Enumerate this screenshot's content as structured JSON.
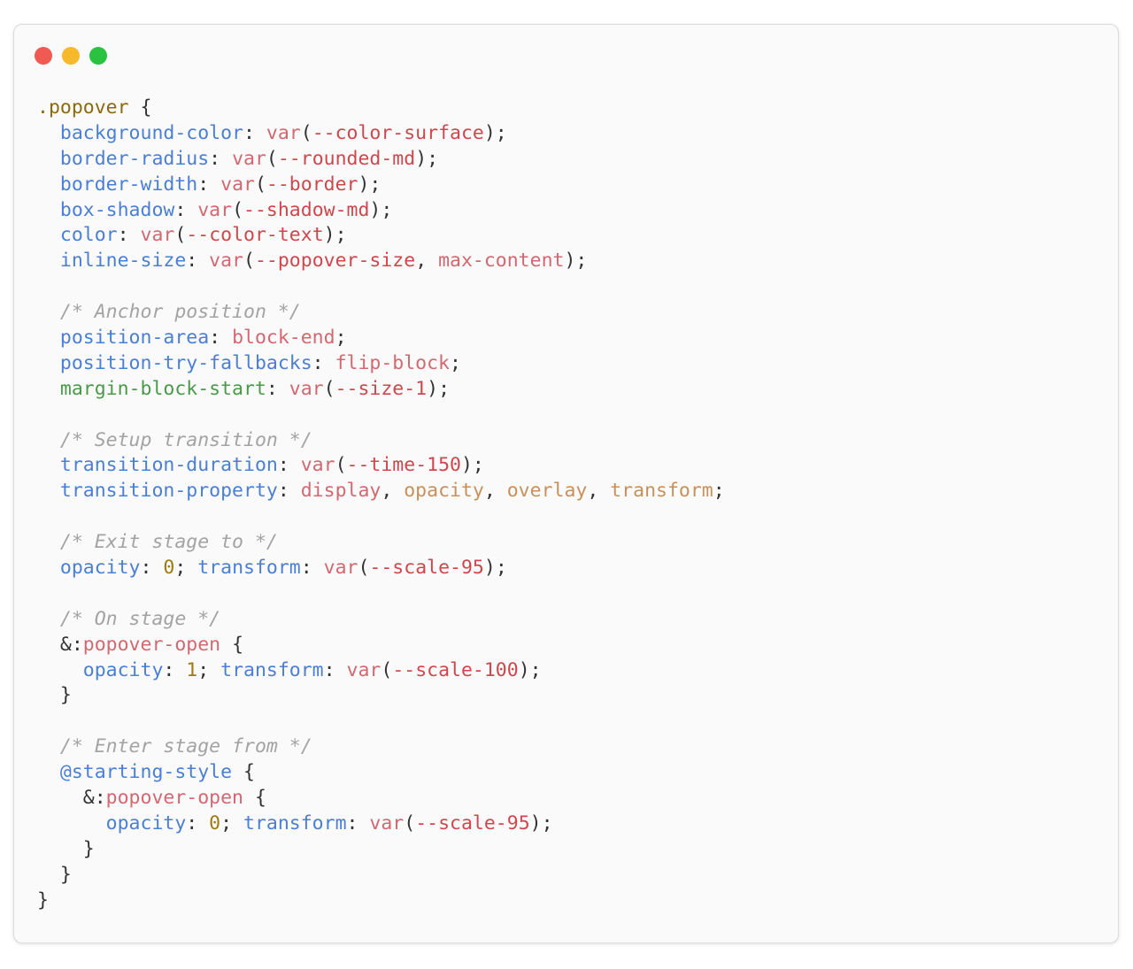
{
  "window": {
    "controls": [
      {
        "name": "close",
        "color": "#f05a52"
      },
      {
        "name": "minimize",
        "color": "#f6b92b"
      },
      {
        "name": "maximize",
        "color": "#2ac240"
      }
    ]
  },
  "code": {
    "lines": [
      [
        [
          "sel",
          ".popover"
        ],
        [
          "x",
          " {"
        ]
      ],
      [
        [
          "x",
          "  "
        ],
        [
          "p",
          "background-color"
        ],
        [
          "x",
          ": "
        ],
        [
          "v",
          "var"
        ],
        [
          "x",
          "("
        ],
        [
          "n",
          "--color-surface"
        ],
        [
          "x",
          ");"
        ]
      ],
      [
        [
          "x",
          "  "
        ],
        [
          "p",
          "border-radius"
        ],
        [
          "x",
          ": "
        ],
        [
          "v",
          "var"
        ],
        [
          "x",
          "("
        ],
        [
          "n",
          "--rounded-md"
        ],
        [
          "x",
          ");"
        ]
      ],
      [
        [
          "x",
          "  "
        ],
        [
          "p",
          "border-width"
        ],
        [
          "x",
          ": "
        ],
        [
          "v",
          "var"
        ],
        [
          "x",
          "("
        ],
        [
          "n",
          "--border"
        ],
        [
          "x",
          ");"
        ]
      ],
      [
        [
          "x",
          "  "
        ],
        [
          "p",
          "box-shadow"
        ],
        [
          "x",
          ": "
        ],
        [
          "v",
          "var"
        ],
        [
          "x",
          "("
        ],
        [
          "n",
          "--shadow-md"
        ],
        [
          "x",
          ");"
        ]
      ],
      [
        [
          "x",
          "  "
        ],
        [
          "p",
          "color"
        ],
        [
          "x",
          ": "
        ],
        [
          "v",
          "var"
        ],
        [
          "x",
          "("
        ],
        [
          "n",
          "--color-text"
        ],
        [
          "x",
          ");"
        ]
      ],
      [
        [
          "x",
          "  "
        ],
        [
          "p",
          "inline-size"
        ],
        [
          "x",
          ": "
        ],
        [
          "v",
          "var"
        ],
        [
          "x",
          "("
        ],
        [
          "n",
          "--popover-size"
        ],
        [
          "x",
          ", "
        ],
        [
          "k",
          "max-content"
        ],
        [
          "x",
          ");"
        ]
      ],
      [],
      [
        [
          "x",
          "  "
        ],
        [
          "c",
          "/* Anchor position */"
        ]
      ],
      [
        [
          "x",
          "  "
        ],
        [
          "p",
          "position-area"
        ],
        [
          "x",
          ": "
        ],
        [
          "k",
          "block-end"
        ],
        [
          "x",
          ";"
        ]
      ],
      [
        [
          "x",
          "  "
        ],
        [
          "p",
          "position-try-fallbacks"
        ],
        [
          "x",
          ": "
        ],
        [
          "k",
          "flip-block"
        ],
        [
          "x",
          ";"
        ]
      ],
      [
        [
          "x",
          "  "
        ],
        [
          "g",
          "margin-block-start"
        ],
        [
          "x",
          ": "
        ],
        [
          "v",
          "var"
        ],
        [
          "x",
          "("
        ],
        [
          "n",
          "--size-1"
        ],
        [
          "x",
          ");"
        ]
      ],
      [],
      [
        [
          "x",
          "  "
        ],
        [
          "c",
          "/* Setup transition */"
        ]
      ],
      [
        [
          "x",
          "  "
        ],
        [
          "p",
          "transition-duration"
        ],
        [
          "x",
          ": "
        ],
        [
          "v",
          "var"
        ],
        [
          "x",
          "("
        ],
        [
          "n",
          "--time-150"
        ],
        [
          "x",
          ");"
        ]
      ],
      [
        [
          "x",
          "  "
        ],
        [
          "p",
          "transition-property"
        ],
        [
          "x",
          ": "
        ],
        [
          "k",
          "display"
        ],
        [
          "x",
          ", "
        ],
        [
          "t",
          "opacity"
        ],
        [
          "x",
          ", "
        ],
        [
          "t",
          "overlay"
        ],
        [
          "x",
          ", "
        ],
        [
          "t",
          "transform"
        ],
        [
          "x",
          ";"
        ]
      ],
      [],
      [
        [
          "x",
          "  "
        ],
        [
          "c",
          "/* Exit stage to */"
        ]
      ],
      [
        [
          "x",
          "  "
        ],
        [
          "p",
          "opacity"
        ],
        [
          "x",
          ": "
        ],
        [
          "num",
          "0"
        ],
        [
          "x",
          "; "
        ],
        [
          "p",
          "transform"
        ],
        [
          "x",
          ": "
        ],
        [
          "v",
          "var"
        ],
        [
          "x",
          "("
        ],
        [
          "n",
          "--scale-95"
        ],
        [
          "x",
          ");"
        ]
      ],
      [],
      [
        [
          "x",
          "  "
        ],
        [
          "c",
          "/* On stage */"
        ]
      ],
      [
        [
          "x",
          "  &:"
        ],
        [
          "k",
          "popover-open"
        ],
        [
          "x",
          " {"
        ]
      ],
      [
        [
          "x",
          "    "
        ],
        [
          "p",
          "opacity"
        ],
        [
          "x",
          ": "
        ],
        [
          "num",
          "1"
        ],
        [
          "x",
          "; "
        ],
        [
          "p",
          "transform"
        ],
        [
          "x",
          ": "
        ],
        [
          "v",
          "var"
        ],
        [
          "x",
          "("
        ],
        [
          "n",
          "--scale-100"
        ],
        [
          "x",
          ");"
        ]
      ],
      [
        [
          "x",
          "  }"
        ]
      ],
      [],
      [
        [
          "x",
          "  "
        ],
        [
          "c",
          "/* Enter stage from */"
        ]
      ],
      [
        [
          "x",
          "  "
        ],
        [
          "p",
          "@starting-style"
        ],
        [
          "x",
          " {"
        ]
      ],
      [
        [
          "x",
          "    &:"
        ],
        [
          "k",
          "popover-open"
        ],
        [
          "x",
          " {"
        ]
      ],
      [
        [
          "x",
          "      "
        ],
        [
          "p",
          "opacity"
        ],
        [
          "x",
          ": "
        ],
        [
          "num",
          "0"
        ],
        [
          "x",
          "; "
        ],
        [
          "p",
          "transform"
        ],
        [
          "x",
          ": "
        ],
        [
          "v",
          "var"
        ],
        [
          "x",
          "("
        ],
        [
          "n",
          "--scale-95"
        ],
        [
          "x",
          ");"
        ]
      ],
      [
        [
          "x",
          "    }"
        ]
      ],
      [
        [
          "x",
          "  }"
        ]
      ],
      [
        [
          "x",
          "}"
        ]
      ]
    ]
  }
}
